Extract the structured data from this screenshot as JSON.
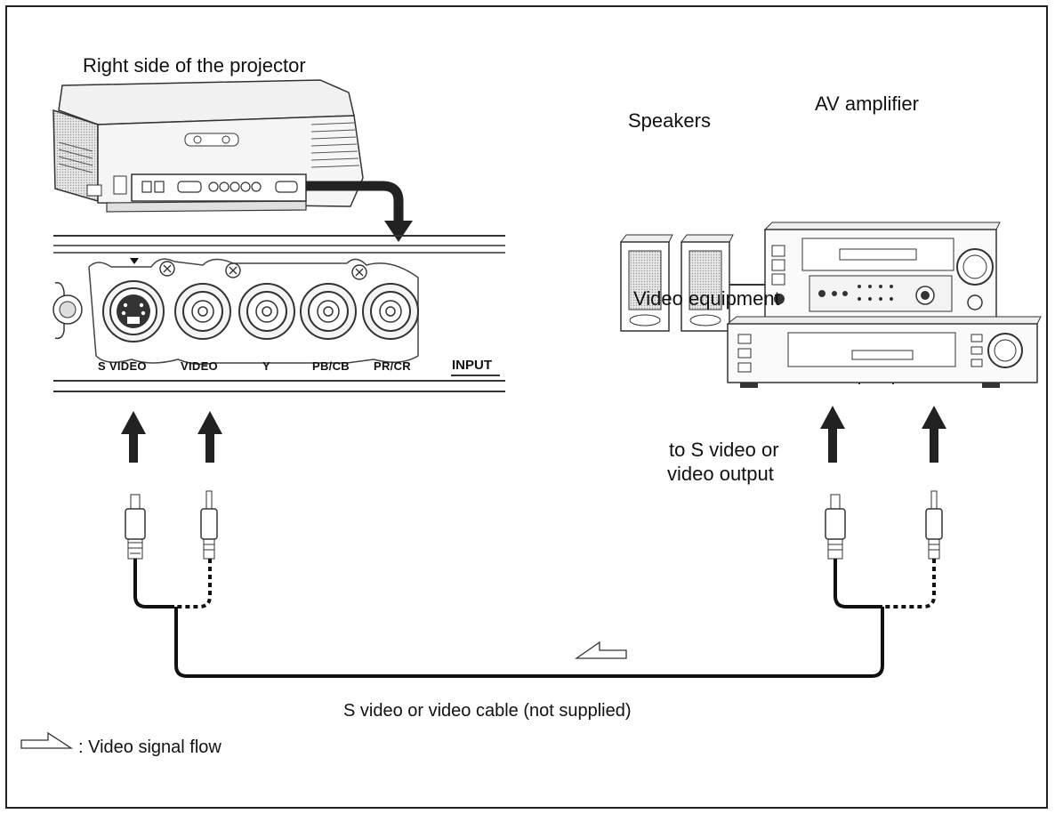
{
  "labels": {
    "projector_side": "Right side of the projector",
    "speakers": "Speakers",
    "av_amplifier": "AV amplifier",
    "video_equipment": "Video equipment",
    "output_note_line1": "to S video or",
    "output_note_line2": "video output",
    "cable_caption": "S video or video cable (not supplied)",
    "legend_text": ": Video signal flow"
  },
  "panel_ports": {
    "s_video": "S VIDEO",
    "video": "VIDEO",
    "y": "Y",
    "pb_cb": "PB/CB",
    "pr_cr": "PR/CR",
    "input": "INPUT"
  }
}
